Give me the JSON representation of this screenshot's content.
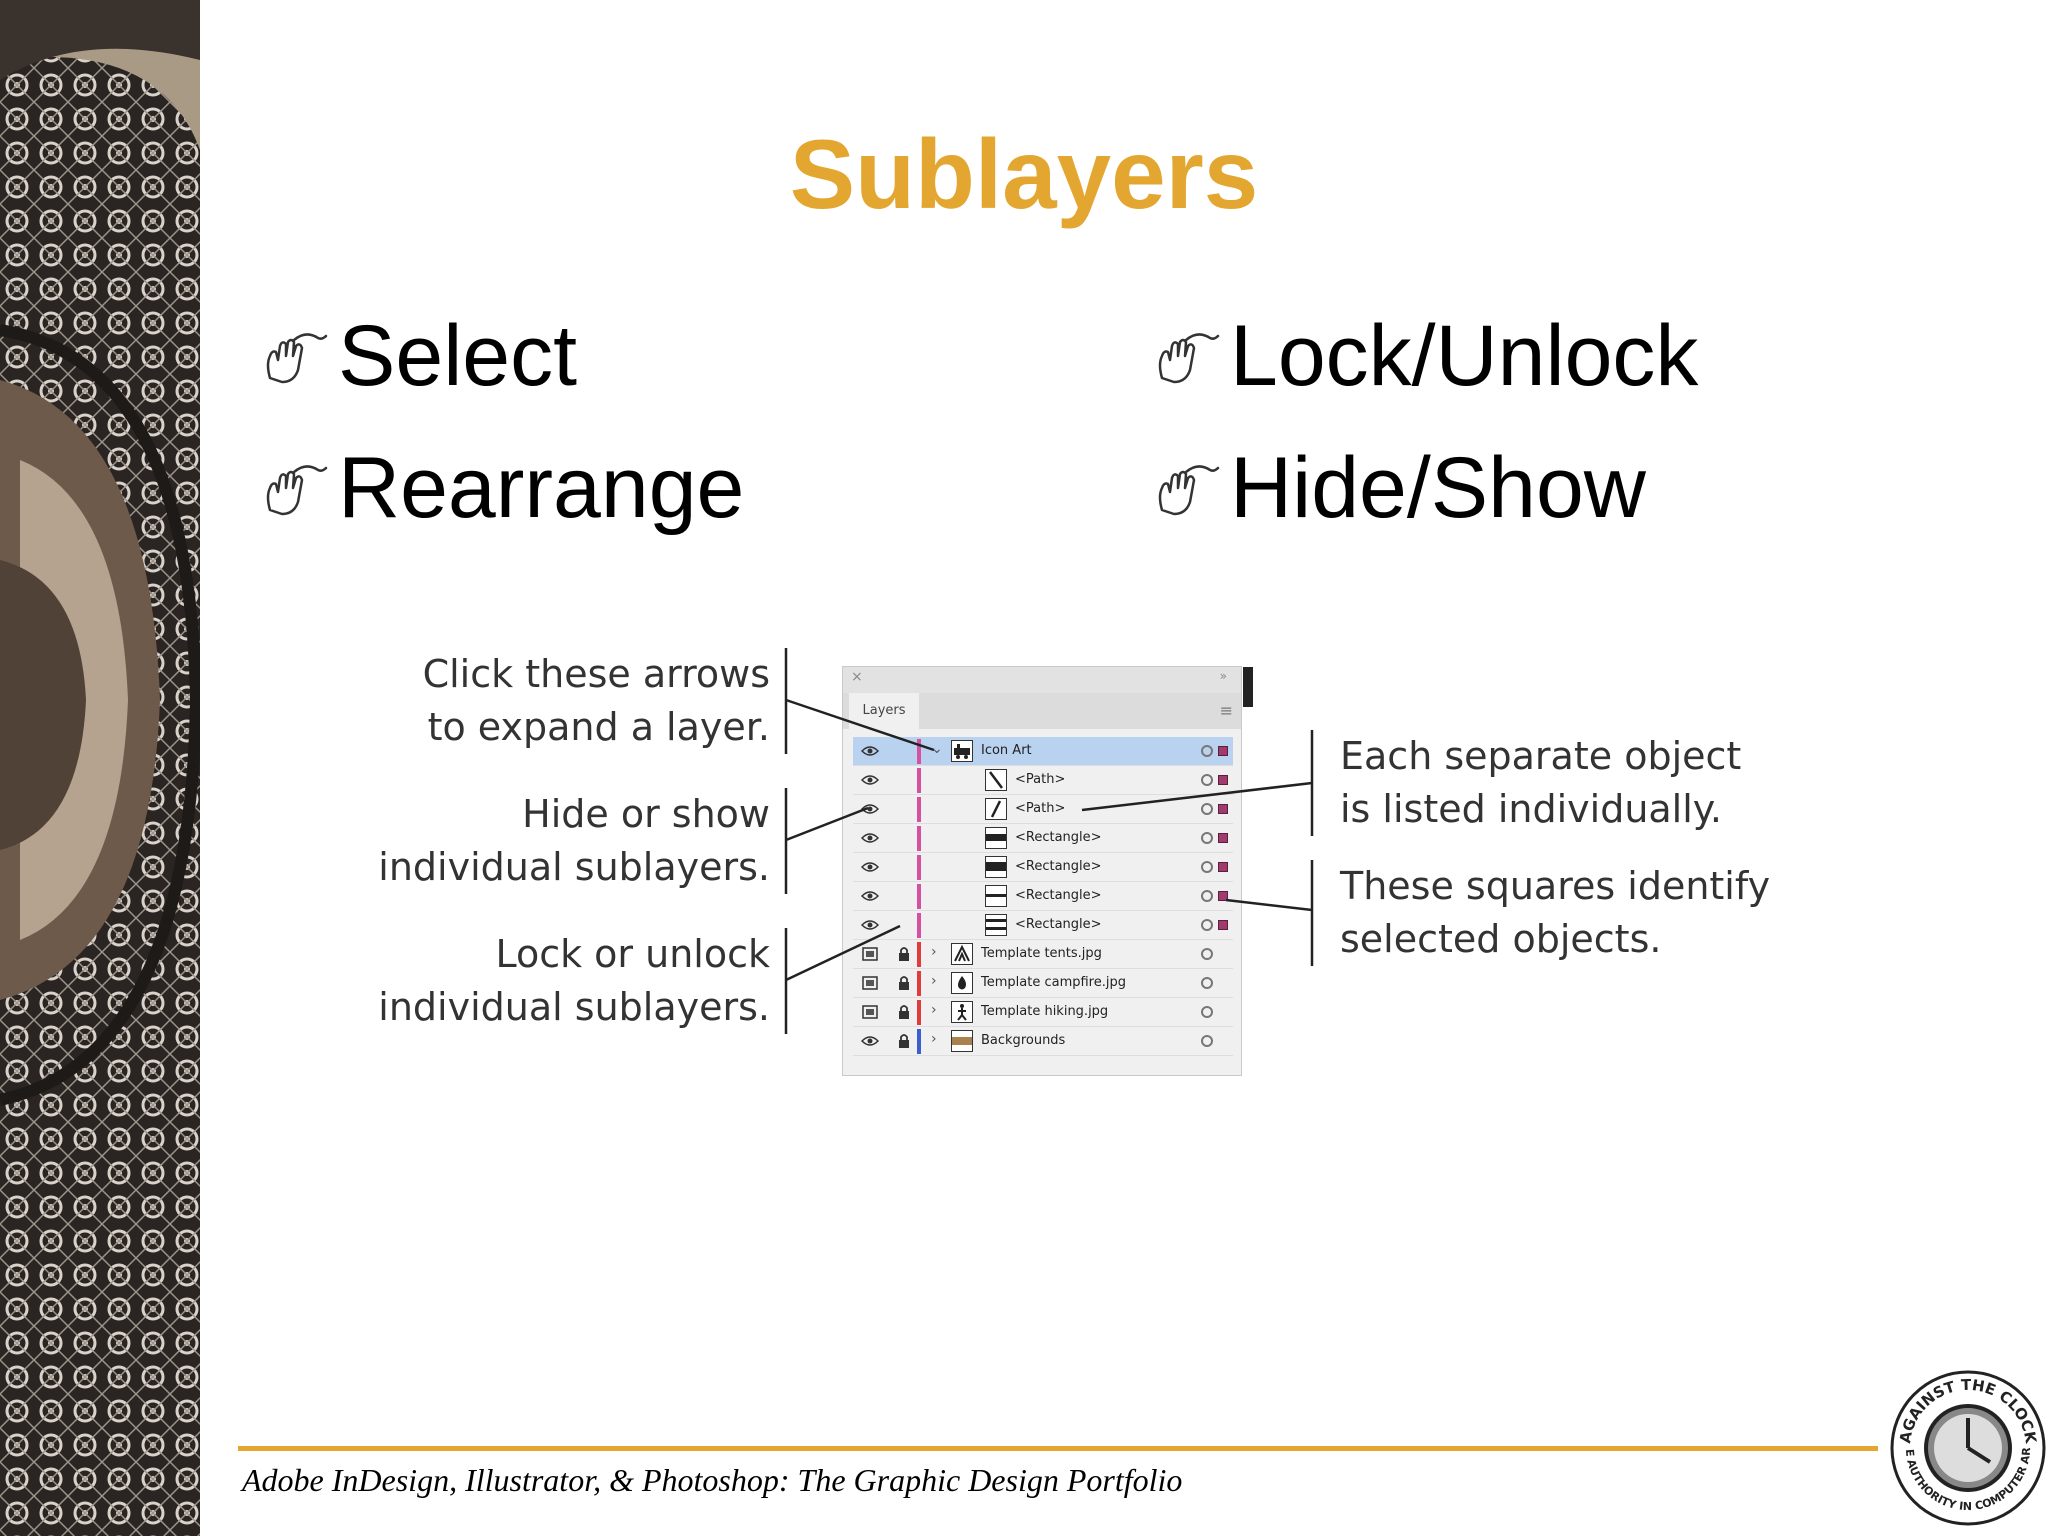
{
  "slide": {
    "title": "Sublayers",
    "title_color": "#E3A731",
    "bullets_left": [
      "Select",
      "Rearrange"
    ],
    "bullets_right": [
      "Lock/Unlock",
      "Hide/Show"
    ],
    "bullet_icon": "hand-pointer-icon"
  },
  "callouts": {
    "arrows": [
      "Click these arrows",
      "to expand a layer."
    ],
    "hide_show": [
      "Hide or show",
      "individual sublayers."
    ],
    "lock": [
      "Lock or unlock",
      "individual sublayers."
    ],
    "each_object": [
      "Each separate object",
      "is listed individually."
    ],
    "squares": [
      "These squares identify",
      "selected objects."
    ]
  },
  "layers_panel": {
    "tab": "Layers",
    "close_glyph": "×",
    "collapse_glyph": "»",
    "menu_glyph": "≡",
    "rows": [
      {
        "name": "Icon Art",
        "selected": true,
        "expanded": true
      },
      {
        "name": "<Path>"
      },
      {
        "name": "<Path>"
      },
      {
        "name": "<Rectangle>"
      },
      {
        "name": "<Rectangle>"
      },
      {
        "name": "<Rectangle>"
      },
      {
        "name": "<Rectangle>"
      },
      {
        "name": "Template tents.jpg"
      },
      {
        "name": "Template campfire.jpg"
      },
      {
        "name": "Template hiking.jpg"
      },
      {
        "name": "Backgrounds"
      }
    ],
    "colors": {
      "magenta": "#d64fa0",
      "red": "#e23b3b",
      "blue": "#3a5fd0",
      "selection_square": "#a03b6e"
    }
  },
  "footer": {
    "text": "Adobe InDesign, Illustrator, & Photoshop: The Graphic Design Portfolio",
    "line_color": "#E3A731"
  },
  "logo": {
    "top_text": "AGAINST THE CLOCK",
    "bottom_text": "THE AUTHORITY IN COMPUTER ARTS"
  }
}
